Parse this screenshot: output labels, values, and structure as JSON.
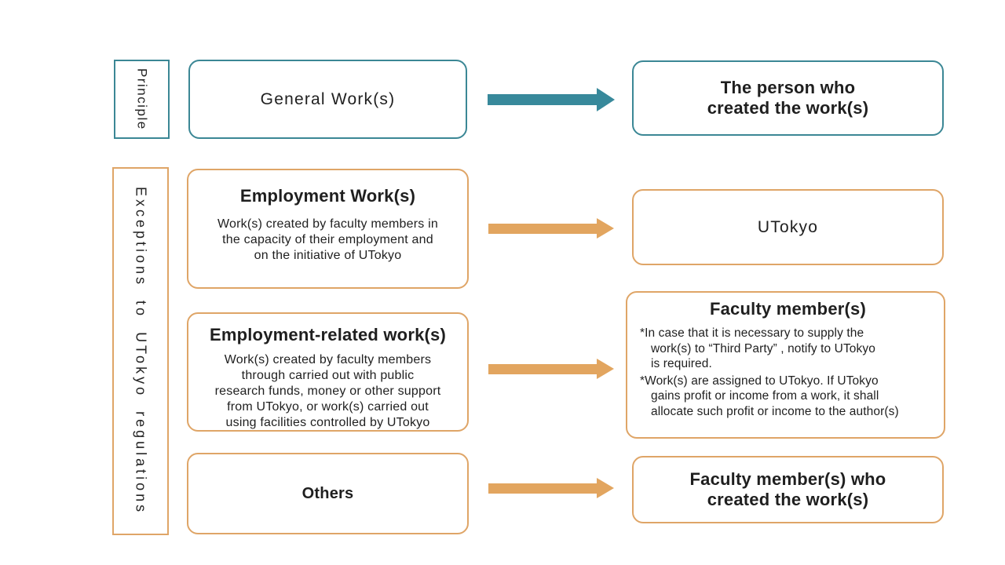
{
  "colors": {
    "teal_border": "#3B8795",
    "teal_arrow": "#38899B",
    "orange_border": "#DFA567",
    "orange_arrow": "#E2A55F",
    "text": "#1F1F1F"
  },
  "labels": {
    "principle": "Principle",
    "exceptions": "Exceptions to UTokyo regulations"
  },
  "principle_row": {
    "source": "General Work(s)",
    "result": "The person who\ncreated the work(s)"
  },
  "exception_rows": [
    {
      "title": "Employment Work(s)",
      "description": "Work(s) created by faculty members in\nthe capacity of their employment and\non the initiative of UTokyo",
      "result_title": "UTokyo"
    },
    {
      "title": "Employment-related work(s)",
      "description": "Work(s) created by faculty members\nthrough carried out with public\nresearch funds, money or other support\nfrom UTokyo, or work(s) carried out\nusing facilities controlled by UTokyo",
      "result_title": "Faculty member(s)",
      "result_notes": [
        "*In case that it is necessary to supply the\nwork(s) to “Third Party” , notify to UTokyo\nis required.",
        "*Work(s) are assigned to UTokyo. If UTokyo\ngains profit or income from a work, it shall\nallocate such profit or income to the author(s)"
      ]
    },
    {
      "title": "Others",
      "result_title": "Faculty member(s) who\ncreated the work(s)"
    }
  ]
}
